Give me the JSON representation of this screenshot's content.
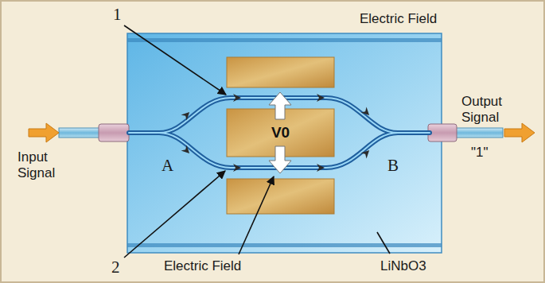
{
  "diagram": {
    "nodes": [
      {
        "text": [
          "V0"
        ]
      }
    ],
    "labels": [
      "1",
      "Electric Field",
      "Output Signal",
      "Input Signal",
      "A",
      "B",
      "\"1\"",
      "2",
      "Electric Field",
      "LiNbO3"
    ]
  }
}
